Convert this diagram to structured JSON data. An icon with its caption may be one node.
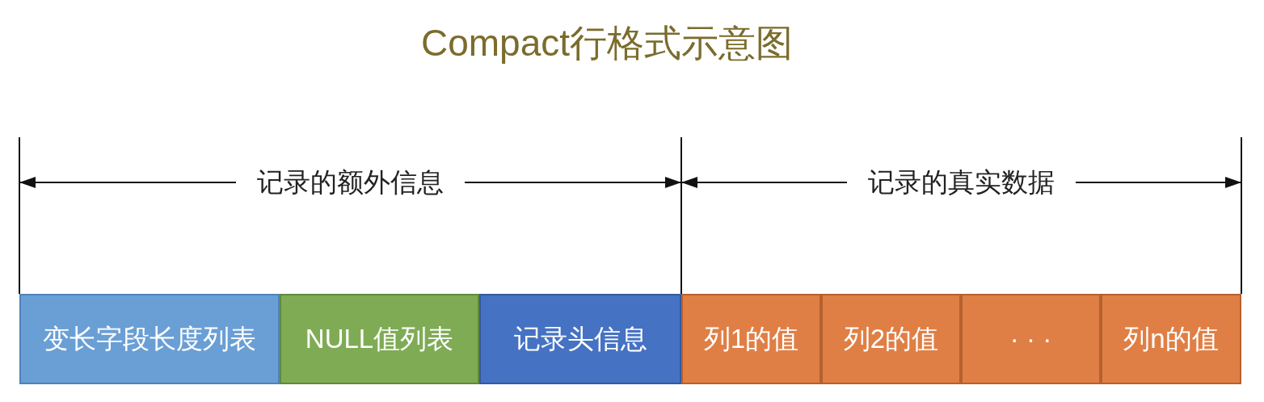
{
  "diagram": {
    "title": "Compact行格式示意图",
    "nodes": [
      {
        "text": [
          "变长字段长度列表"
        ]
      },
      {
        "text": [
          "NULL值列表"
        ]
      },
      {
        "text": [
          "记录头信息"
        ]
      },
      {
        "text": [
          "列1的值"
        ]
      },
      {
        "text": [
          "列2的值"
        ]
      },
      {
        "text": [
          "· · ·"
        ]
      },
      {
        "text": [
          "列n的值"
        ]
      }
    ],
    "labels": [
      "记录的额外信息",
      "记录的真实数据"
    ]
  }
}
